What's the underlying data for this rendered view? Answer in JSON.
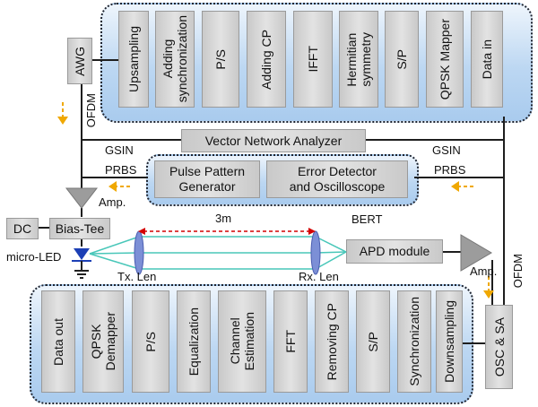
{
  "tx_chain": [
    "Data in",
    "QPSK Mapper",
    "S/P",
    "Hermitian\nsymmetry",
    "IFFT",
    "Adding CP",
    "P/S",
    "Adding\nsynchronization",
    "Upsampling"
  ],
  "rx_chain": [
    "Downsampling",
    "Synchronization",
    "S/P",
    "Removing CP",
    "FFT",
    "Channel\nEstimation",
    "Equalization",
    "P/S",
    "QPSK\nDemapper",
    "Data out"
  ],
  "devices": {
    "awg": "AWG",
    "vna": "Vector Network Analyzer",
    "ppg": "Pulse Pattern\nGenerator",
    "error_detector": "Error Detector\nand Oscilloscope",
    "dc": "DC",
    "bias_tee": "Bias-Tee",
    "apd": "APD module",
    "osc": "OSC & SA"
  },
  "labels": {
    "ofdm_left": "OFDM",
    "ofdm_right": "OFDM",
    "gsin_left": "GSIN",
    "gsin_right": "GSIN",
    "prbs_left": "PRBS",
    "prbs_right": "PRBS",
    "amp_left": "Amp.",
    "amp_right": "Amp.",
    "micro_led": "micro-LED",
    "tx_len": "Tx. Len",
    "rx_len": "Rx. Len",
    "distance": "3m",
    "bert": "BERT"
  },
  "colors": {
    "arrow": "#f0a800",
    "distance_line": "#d40000",
    "lens": "#7c8fd6",
    "led": "#1c3fb5"
  }
}
